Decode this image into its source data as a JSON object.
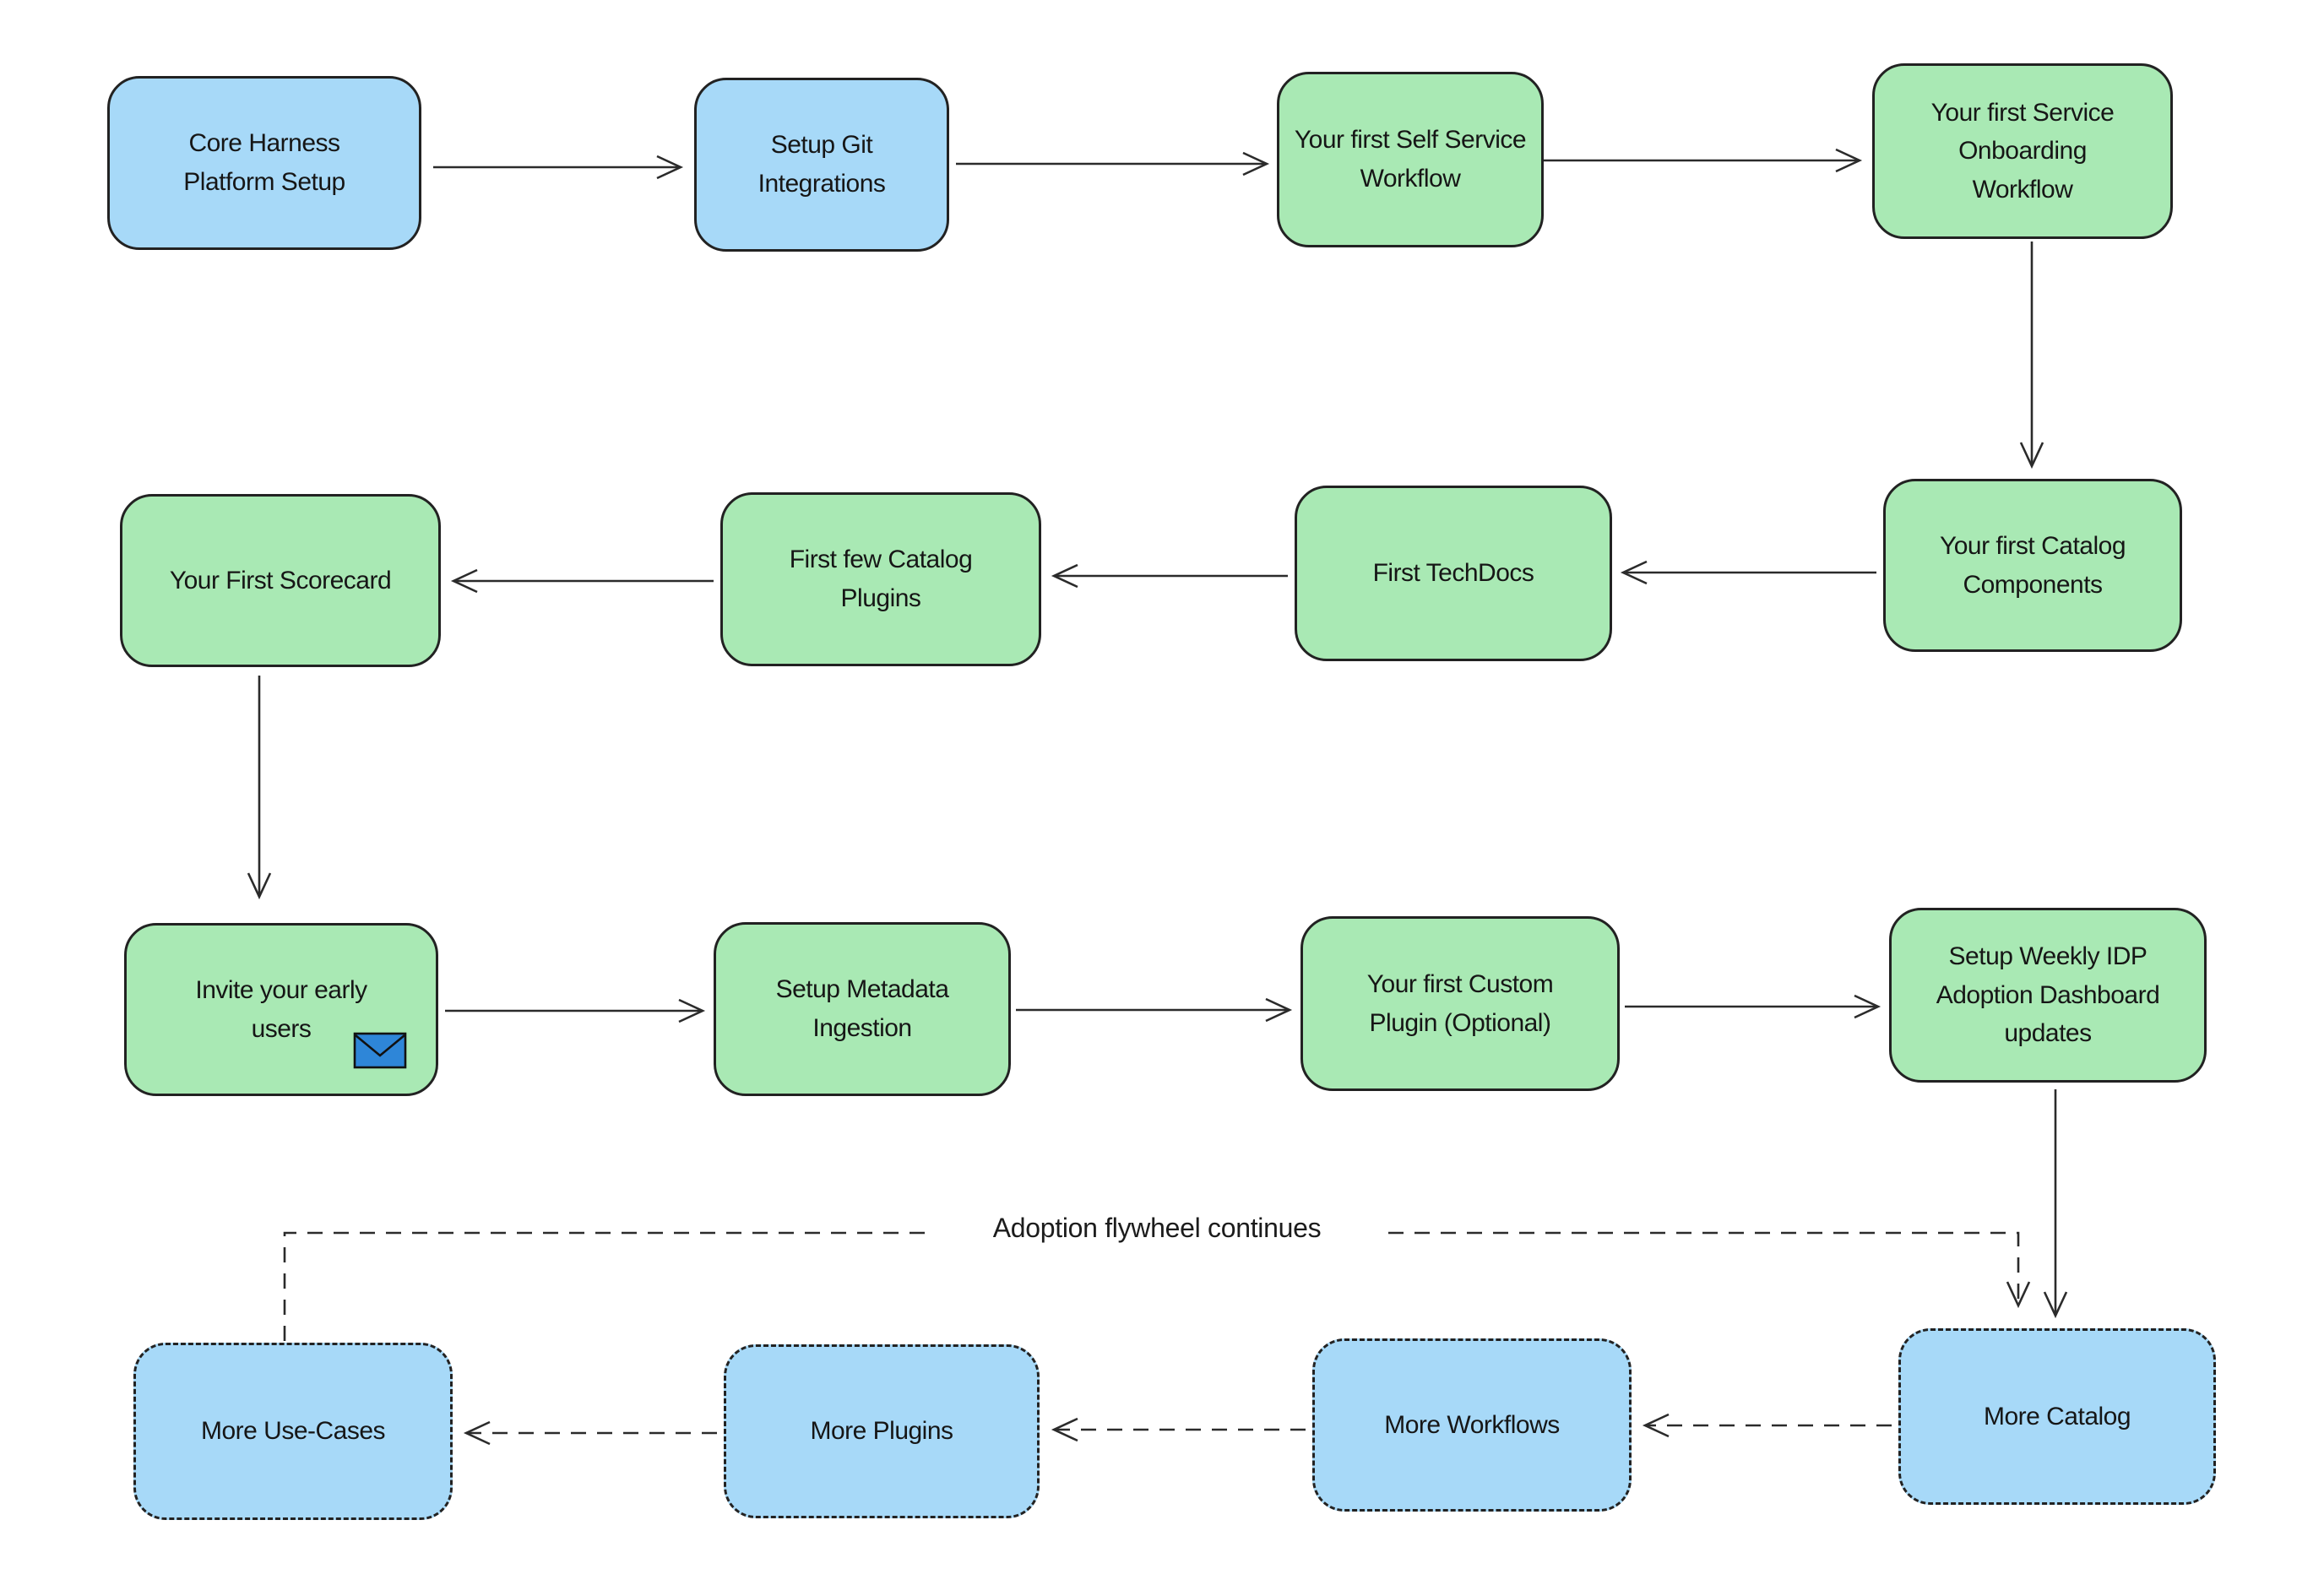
{
  "colors": {
    "node_blue": "#a7d9f8",
    "node_green": "#a9e9b4",
    "outline": "#222222",
    "arrow": "#2b2b2b",
    "envelope_blue": "#2e86d8",
    "background": "#ffffff"
  },
  "edge_label": "Adoption flywheel continues",
  "nodes": [
    {
      "id": "core-harness-platform-setup",
      "label": "Core Harness\nPlatform Setup",
      "color": "blue",
      "border": "solid"
    },
    {
      "id": "setup-git-integrations",
      "label": "Setup Git\nIntegrations",
      "color": "blue",
      "border": "solid"
    },
    {
      "id": "first-self-service-workflow",
      "label": "Your first Self Service\nWorkflow",
      "color": "green",
      "border": "solid"
    },
    {
      "id": "first-service-onboarding-workflow",
      "label": "Your first Service\nOnboarding\nWorkflow",
      "color": "green",
      "border": "solid"
    },
    {
      "id": "first-catalog-components",
      "label": "Your first Catalog\nComponents",
      "color": "green",
      "border": "solid"
    },
    {
      "id": "first-techdocs",
      "label": "First TechDocs",
      "color": "green",
      "border": "solid"
    },
    {
      "id": "first-few-catalog-plugins",
      "label": "First few Catalog\nPlugins",
      "color": "green",
      "border": "solid"
    },
    {
      "id": "first-scorecard",
      "label": "Your First Scorecard",
      "color": "green",
      "border": "solid"
    },
    {
      "id": "invite-early-users",
      "label": "Invite your early\nusers",
      "color": "green",
      "border": "solid",
      "icon": "envelope-icon"
    },
    {
      "id": "setup-metadata-ingestion",
      "label": "Setup Metadata\nIngestion",
      "color": "green",
      "border": "solid"
    },
    {
      "id": "first-custom-plugin",
      "label": "Your first Custom\nPlugin (Optional)",
      "color": "green",
      "border": "solid"
    },
    {
      "id": "weekly-idp-adoption-dashboard",
      "label": "Setup Weekly IDP\nAdoption Dashboard\nupdates",
      "color": "green",
      "border": "solid"
    },
    {
      "id": "more-catalog",
      "label": "More Catalog",
      "color": "blue",
      "border": "dashed"
    },
    {
      "id": "more-workflows",
      "label": "More Workflows",
      "color": "blue",
      "border": "dashed"
    },
    {
      "id": "more-plugins",
      "label": "More Plugins",
      "color": "blue",
      "border": "dashed"
    },
    {
      "id": "more-use-cases",
      "label": "More Use-Cases",
      "color": "blue",
      "border": "dashed"
    }
  ],
  "connections": [
    {
      "from": "core-harness-platform-setup",
      "to": "setup-git-integrations",
      "style": "solid"
    },
    {
      "from": "setup-git-integrations",
      "to": "first-self-service-workflow",
      "style": "solid"
    },
    {
      "from": "first-self-service-workflow",
      "to": "first-service-onboarding-workflow",
      "style": "solid"
    },
    {
      "from": "first-service-onboarding-workflow",
      "to": "first-catalog-components",
      "style": "solid"
    },
    {
      "from": "first-catalog-components",
      "to": "first-techdocs",
      "style": "solid"
    },
    {
      "from": "first-techdocs",
      "to": "first-few-catalog-plugins",
      "style": "solid"
    },
    {
      "from": "first-few-catalog-plugins",
      "to": "first-scorecard",
      "style": "solid"
    },
    {
      "from": "first-scorecard",
      "to": "invite-early-users",
      "style": "solid"
    },
    {
      "from": "invite-early-users",
      "to": "setup-metadata-ingestion",
      "style": "solid"
    },
    {
      "from": "setup-metadata-ingestion",
      "to": "first-custom-plugin",
      "style": "solid"
    },
    {
      "from": "first-custom-plugin",
      "to": "weekly-idp-adoption-dashboard",
      "style": "solid"
    },
    {
      "from": "weekly-idp-adoption-dashboard",
      "to": "more-catalog",
      "style": "solid"
    },
    {
      "from": "more-catalog",
      "to": "more-workflows",
      "style": "dashed"
    },
    {
      "from": "more-workflows",
      "to": "more-plugins",
      "style": "dashed"
    },
    {
      "from": "more-plugins",
      "to": "more-use-cases",
      "style": "dashed"
    },
    {
      "from": "more-use-cases",
      "to": "more-catalog",
      "style": "dashed",
      "label": "Adoption flywheel continues"
    }
  ]
}
